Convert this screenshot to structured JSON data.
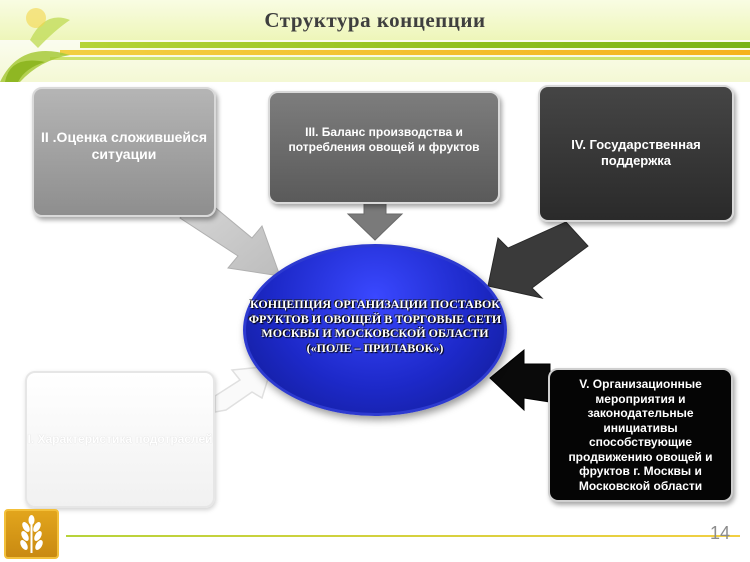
{
  "slide": {
    "title": "Структура концепции",
    "page_number": "14"
  },
  "boxes": {
    "b1": "I. Характеристика подотраслей",
    "b2": "II .Оценка сложившейся ситуации",
    "b3": "III. Баланс производства и потребления овощей и фруктов",
    "b4": "IV. Государственная поддержка",
    "b5": "V. Организационные мероприятия и законодательные инициативы способствующие продвижению овощей и фруктов г. Москвы и Московской области"
  },
  "center": {
    "text": "КОНЦЕПЦИЯ ОРГАНИЗАЦИИ ПОСТАВОК ФРУКТОВ И ОВОЩЕЙ В ТОРГОВЫЕ СЕТИ МОСКВЫ И МОСКОВСКОЙ ОБЛАСТИ («ПОЛЕ – ПРИЛАВОК»)"
  },
  "colors": {
    "ellipse": "#1d29c9",
    "header_green": "#8fbf1d",
    "header_yellow": "#f6b21c"
  }
}
